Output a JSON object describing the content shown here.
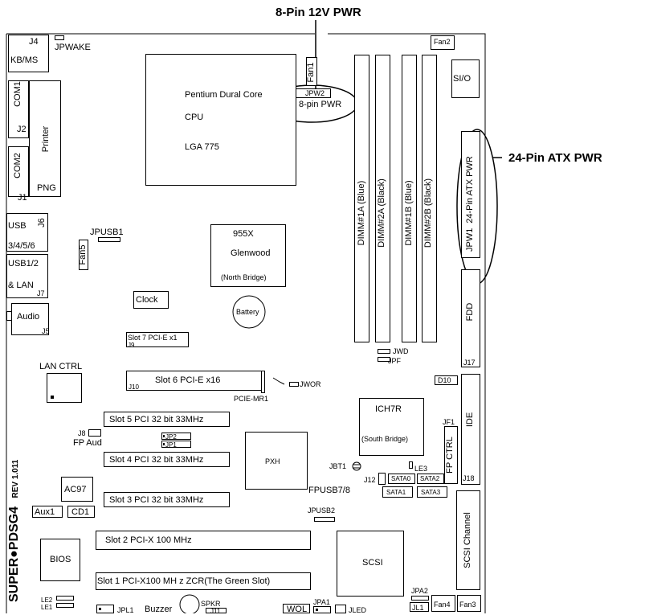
{
  "callouts": {
    "pwr8_title": "8-Pin 12V PWR",
    "atx24_title": "24-Pin ATX PWR"
  },
  "board": {
    "brand": "SUPER●PDSG4",
    "rev": "REV 1.011"
  },
  "labels": {
    "j4": "J4",
    "kbms": "KB/MS",
    "jpwake": "JPWAKE",
    "com1": "COM1",
    "j2": "J2",
    "printer": "Printer",
    "com2": "COM2",
    "j1": "J1",
    "png": "PNG",
    "usb": "USB",
    "j6": "J6",
    "usb3456": "3/4/5/6",
    "usb12": "USB1/2",
    "lan": "& LAN",
    "j7": "J7",
    "audio": "Audio",
    "j5": "J5",
    "jpusb1": "JPUSB1",
    "fan5": "Fan5",
    "fan1": "Fan1",
    "fan2": "Fan2",
    "fan3": "Fan3",
    "fan4": "Fan4",
    "cpu_name": "Pentium Dural Core",
    "cpu": "CPU",
    "lga": "LGA 775",
    "jpw2": "JPW2",
    "pin8": "8-pin PWR",
    "sio": "SI/O",
    "dimm1a": "DIMM#1A (Blue)",
    "dimm2a": "DIMM#2A (Black)",
    "dimm1b": "DIMM#1B (Blue)",
    "dimm2b": "DIMM#2B (Black)",
    "atx24": "24-Pin ATX PWR",
    "jpw1": "JPW1",
    "fdd": "FDD",
    "j17": "J17",
    "nb1": "955X",
    "nb2": "Glenwood",
    "nb3": "(North Bridge)",
    "battery": "Battery",
    "clock": "Clock",
    "slot7": "Slot 7 PCI-E x1",
    "j9": "J9",
    "lanctrl": "LAN CTRL",
    "jwd": "JWD",
    "jpf": "JPF",
    "slot6": "Slot 6 PCI-E x16",
    "j10": "J10",
    "jwor": "JWOR",
    "pciemr1": "PCIE-MR1",
    "d10": "D10",
    "ich1": "ICH7R",
    "ich2": "(South Bridge)",
    "ide": "IDE",
    "slot5": "Slot 5 PCI 32 bit 33MHz",
    "j8": "J8",
    "fpaud": "FP Aud",
    "jp2": "JP2",
    "jp1": "JP1",
    "jf1": "JF1",
    "fpctrl": "FP CTRL",
    "pxh": "PXH",
    "slot4": "Slot 4 PCI 32 bit 33MHz",
    "jbt1": "JBT1",
    "le3": "LE3",
    "j12": "J12",
    "sata0": "SATA0",
    "sata2": "SATA2",
    "sata1": "SATA1",
    "sata3": "SATA3",
    "fpusb78": "FPUSB7/8",
    "j18": "J18",
    "ac97": "AC97",
    "slot3": "Slot 3 PCI 32 bit 33MHz",
    "jpusb2": "JPUSB2",
    "aux1": "Aux1",
    "cd1": "CD1",
    "slot2": "Slot 2 PCI-X 100 MHz",
    "scsichan": "SCSI Channel",
    "bios": "BIOS",
    "scsi": "SCSI",
    "slot1": "Slot 1 PCI-X100 MH z  ZCR(The Green Slot)",
    "jpa2": "JPA2",
    "jl1": "JL1",
    "le2": "LE2",
    "le1": "LE1",
    "jpl1": "JPL1",
    "buzzer": "Buzzer",
    "spkr": "SPKR",
    "j11": "J11",
    "wol": "WOL",
    "jpa1": "JPA1",
    "jled": "JLED"
  }
}
